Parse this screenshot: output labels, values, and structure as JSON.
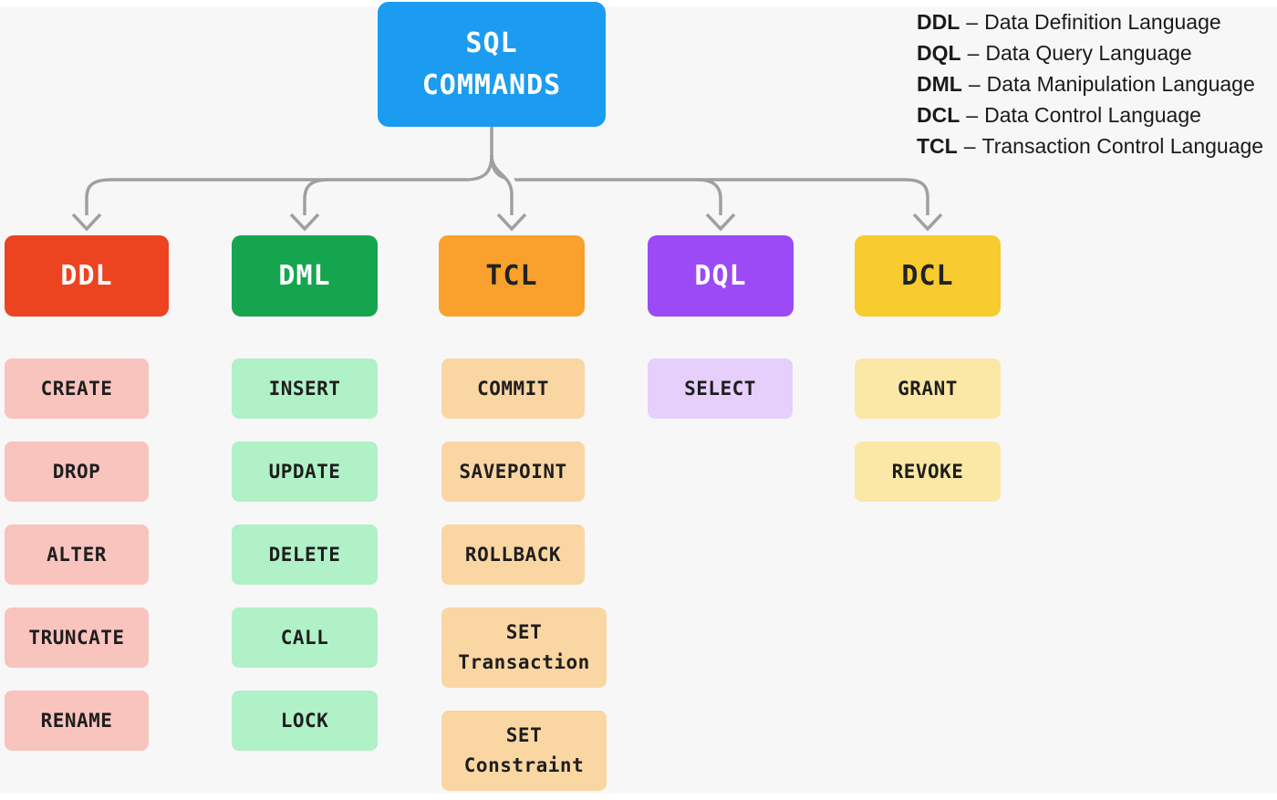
{
  "root": {
    "line1": "SQL",
    "line2": "COMMANDS",
    "bg": "#1B9CF1",
    "fg": "#FFFFFF"
  },
  "legend": {
    "sep": "–",
    "items": [
      {
        "abbr": "DDL",
        "name": "Data Definition Language"
      },
      {
        "abbr": "DQL",
        "name": "Data Query Language"
      },
      {
        "abbr": "DML",
        "name": "Data Manipulation Language"
      },
      {
        "abbr": "DCL",
        "name": "Data Control Language"
      },
      {
        "abbr": "TCL",
        "name": "Transaction Control Language"
      }
    ]
  },
  "connectors": {
    "color": "#9FA0A1"
  },
  "columns": [
    {
      "label": "DDL",
      "header_bg": "#EC4321",
      "header_fg": "#FFFFFF",
      "child_bg": "#F9C3BE",
      "child_fg": "#1E1E1E",
      "children": [
        "CREATE",
        "DROP",
        "ALTER",
        "TRUNCATE",
        "RENAME"
      ]
    },
    {
      "label": "DML",
      "header_bg": "#16A54F",
      "header_fg": "#FFFFFF",
      "child_bg": "#B0F1C7",
      "child_fg": "#1E1E1E",
      "children": [
        "INSERT",
        "UPDATE",
        "DELETE",
        "CALL",
        "LOCK"
      ]
    },
    {
      "label": "TCL",
      "header_bg": "#F9A12C",
      "header_fg": "#222222",
      "child_bg": "#FAD6A3",
      "child_fg": "#1E1E1E",
      "children": [
        "COMMIT",
        "SAVEPOINT",
        "ROLLBACK",
        "SET Transaction",
        "SET Constraint"
      ]
    },
    {
      "label": "DQL",
      "header_bg": "#9B4AF6",
      "header_fg": "#FFFFFF",
      "child_bg": "#E6CFFA",
      "child_fg": "#1E1E1E",
      "children": [
        "SELECT"
      ]
    },
    {
      "label": "DCL",
      "header_bg": "#F8CB2F",
      "header_fg": "#222222",
      "child_bg": "#FBE8A6",
      "child_fg": "#1E1E1E",
      "children": [
        "GRANT",
        "REVOKE"
      ]
    }
  ]
}
